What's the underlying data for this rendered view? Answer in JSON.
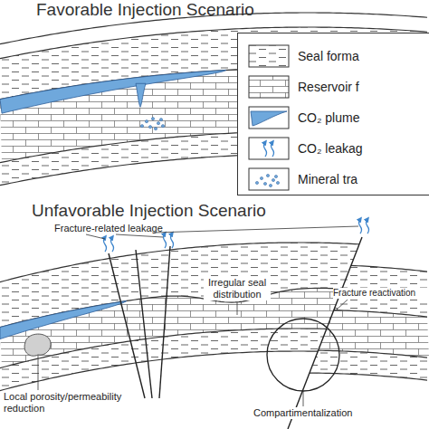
{
  "diagram": {
    "labels": [
      "Favorable Injection Scenario",
      "Unfavorable Injection Scenario",
      "Fracture-related leakage",
      "Irregular seal distribution",
      "Fracture reactivation",
      "Local porosity/permeability reduction",
      "Compartimentalization"
    ],
    "legend": [
      {
        "text": "Seal forma"
      },
      {
        "text": "Reservoir f"
      },
      {
        "text": "CO₂ plume"
      },
      {
        "text": "CO₂ leakag"
      },
      {
        "text": "Mineral tra"
      }
    ]
  }
}
